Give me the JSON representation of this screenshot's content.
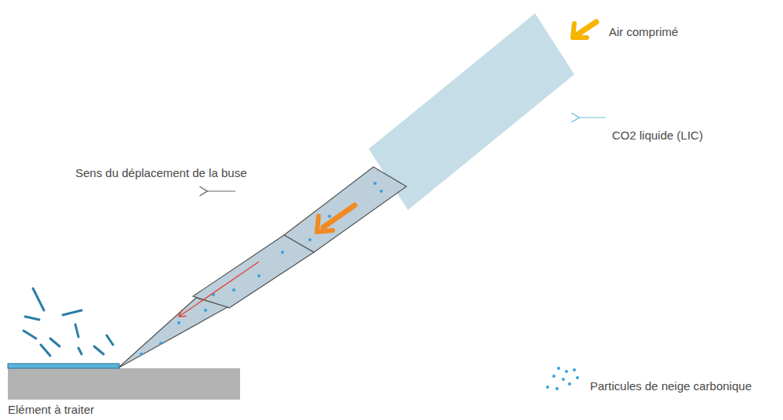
{
  "diagram": {
    "labels": [
      "Air comprimé",
      "CO2 liquide (LIC)",
      "Sens du déplacement de la buse",
      "Particules de neige carbonique",
      "Elément à traiter"
    ]
  }
}
